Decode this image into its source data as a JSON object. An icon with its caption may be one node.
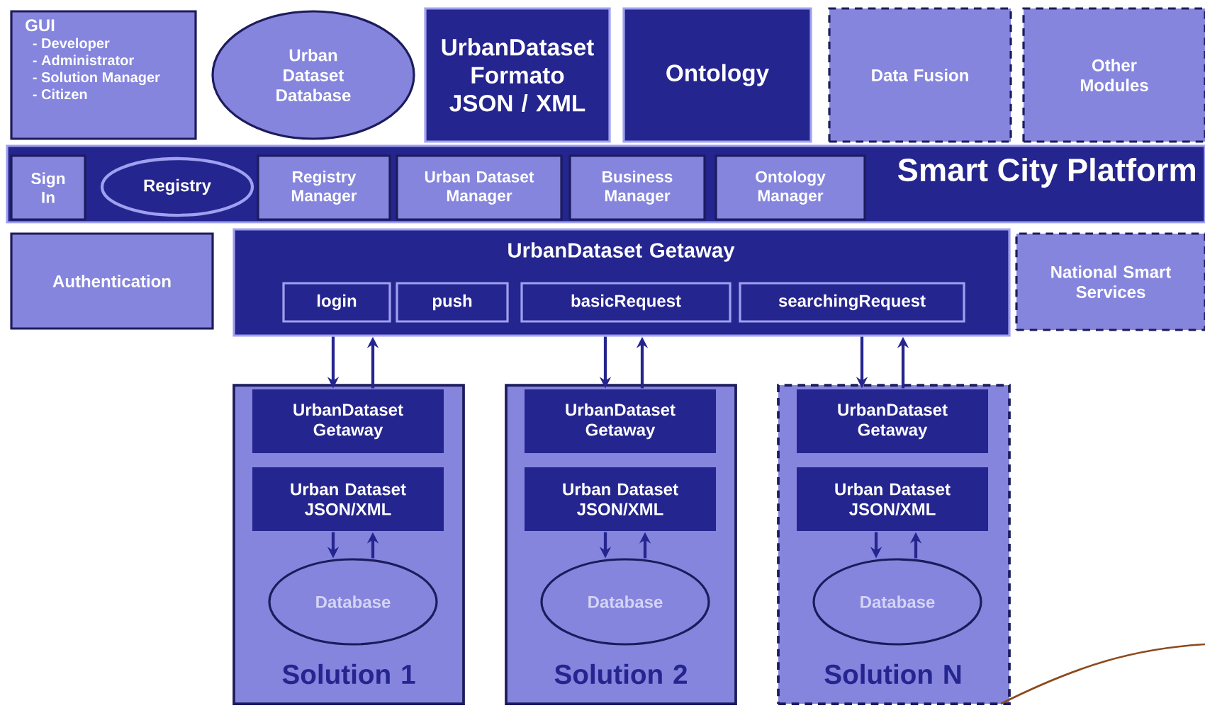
{
  "diagram": {
    "nodes": [
      {
        "text": [
          "GUI",
          "- Developer",
          "- Administrator",
          "- Solution Manager",
          "- Citizen"
        ]
      },
      {
        "text": [
          "Urban Dataset Database"
        ]
      },
      {
        "text": [
          "UrbanDataset Formato JSON / XML"
        ]
      },
      {
        "text": [
          "Ontology"
        ]
      },
      {
        "text": [
          "Data Fusion"
        ]
      },
      {
        "text": [
          "Other Modules"
        ]
      },
      {
        "text": [
          "Smart City Platform"
        ]
      },
      {
        "text": [
          "Sign In"
        ],
        "in": 6
      },
      {
        "text": [
          "Registry"
        ],
        "in": 6
      },
      {
        "text": [
          "Registry Manager"
        ],
        "in": 6
      },
      {
        "text": [
          "Urban Dataset Manager"
        ],
        "in": 6
      },
      {
        "text": [
          "Business Manager"
        ],
        "in": 6
      },
      {
        "text": [
          "Ontology Manager"
        ],
        "in": 6
      },
      {
        "text": [
          "Authentication"
        ]
      },
      {
        "text": [
          "UrbanDataset Getaway"
        ]
      },
      {
        "text": [
          "login"
        ],
        "in": 14
      },
      {
        "text": [
          "push"
        ],
        "in": 14
      },
      {
        "text": [
          "basicRequest"
        ],
        "in": 14
      },
      {
        "text": [
          "searchingRequest"
        ],
        "in": 14
      },
      {
        "text": [
          "National Smart Services"
        ]
      },
      {
        "text": [
          "Solution 1"
        ]
      },
      {
        "text": [
          "UrbanDataset Getaway"
        ],
        "in": 20
      },
      {
        "text": [
          "Urban Dataset JSON/XML"
        ],
        "in": 20
      },
      {
        "text": [
          "Database"
        ],
        "in": 20
      },
      {
        "text": [
          "Solution 2"
        ]
      },
      {
        "text": [
          "UrbanDataset Getaway"
        ],
        "in": 24
      },
      {
        "text": [
          "Urban Dataset JSON/XML"
        ],
        "in": 24
      },
      {
        "text": [
          "Database"
        ],
        "in": 24
      },
      {
        "text": [
          "Solution N"
        ]
      },
      {
        "text": [
          "UrbanDataset Getaway"
        ],
        "in": 28
      },
      {
        "text": [
          "Urban Dataset JSON/XML"
        ],
        "in": 28
      },
      {
        "text": [
          "Database"
        ],
        "in": 28
      }
    ],
    "edges": [
      {
        "from": 14,
        "to": 21,
        "arrow": "to"
      },
      {
        "from": 21,
        "to": 14,
        "arrow": "to"
      },
      {
        "from": 22,
        "to": 23,
        "arrow": "to"
      },
      {
        "from": 23,
        "to": 22,
        "arrow": "to"
      },
      {
        "from": 14,
        "to": 25,
        "arrow": "to"
      },
      {
        "from": 25,
        "to": 14,
        "arrow": "to"
      },
      {
        "from": 26,
        "to": 27,
        "arrow": "to"
      },
      {
        "from": 27,
        "to": 26,
        "arrow": "to"
      },
      {
        "from": 14,
        "to": 29,
        "arrow": "to"
      },
      {
        "from": 29,
        "to": 14,
        "arrow": "to"
      },
      {
        "from": 30,
        "to": 31,
        "arrow": "to"
      },
      {
        "from": 31,
        "to": 30,
        "arrow": "to"
      }
    ]
  }
}
